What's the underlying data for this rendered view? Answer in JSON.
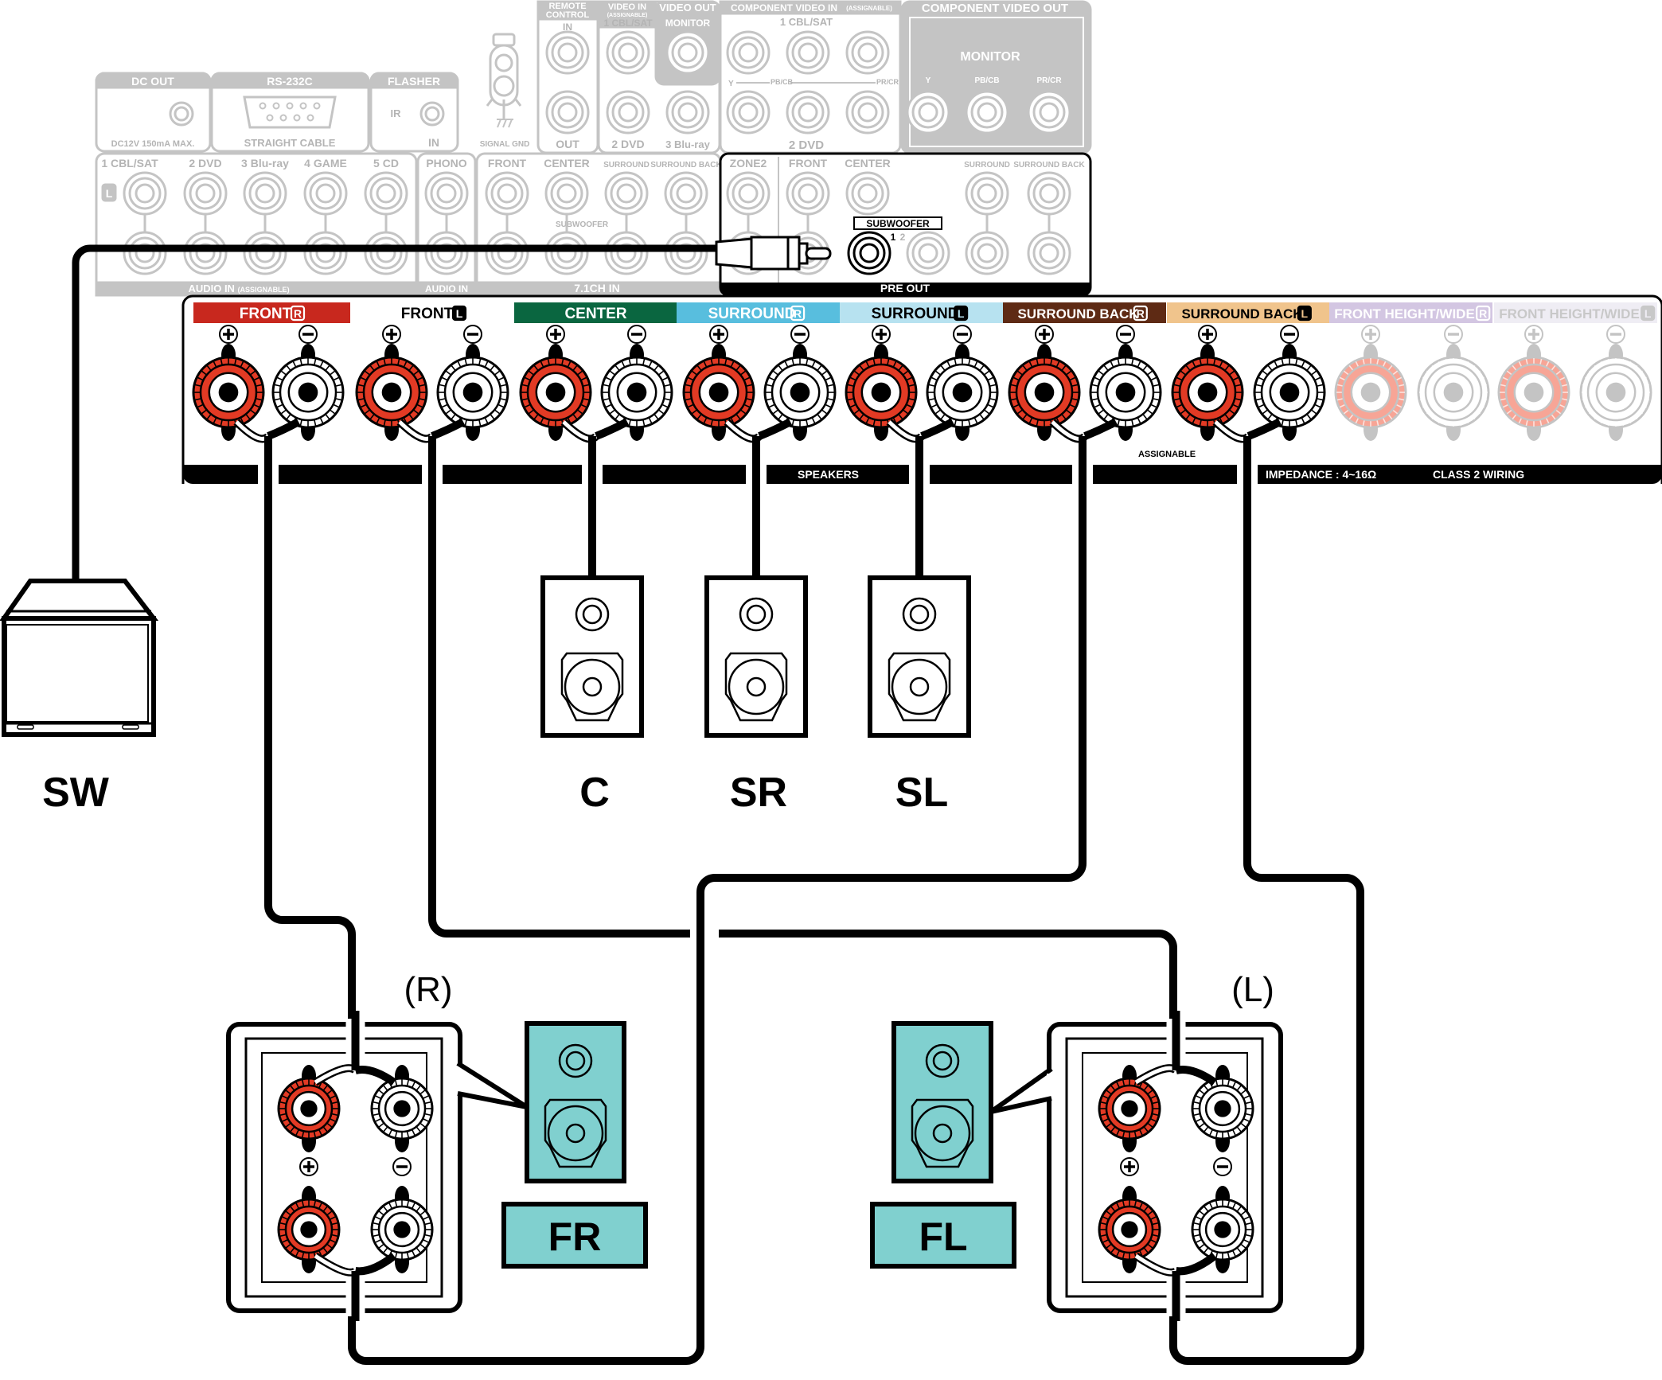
{
  "back_panel": {
    "dc_out": {
      "title": "DC OUT",
      "note": "DC12V 150mA MAX."
    },
    "rs232c": {
      "title": "RS-232C",
      "note": "STRAIGHT CABLE"
    },
    "flasher": {
      "title": "FLASHER",
      "ir": "IR",
      "in": "IN"
    },
    "signal_gnd": "SIGNAL GND",
    "remote_control": {
      "title_line1": "REMOTE",
      "title_line2": "CONTROL",
      "in": "IN",
      "out": "OUT"
    },
    "video_in": {
      "title": "VIDEO IN",
      "sub": "(ASSIGNABLE)",
      "top": "1 CBL/SAT",
      "bottom_left": "2 DVD",
      "bottom_right": "3 Blu-ray"
    },
    "video_out": {
      "title": "VIDEO OUT",
      "monitor": "MONITOR"
    },
    "component_in": {
      "title": "COMPONENT VIDEO IN",
      "sub": "(ASSIGNABLE)",
      "top": "1 CBL/SAT",
      "bottom": "2 DVD",
      "y": "Y",
      "pb": "PB/CB",
      "pr": "PR/CR"
    },
    "component_out": {
      "title": "COMPONENT VIDEO OUT",
      "monitor": "MONITOR",
      "y": "Y",
      "pb": "PB/CB",
      "pr": "PR/CR"
    },
    "audio_in": {
      "channel_badge": "L",
      "inputs": [
        "1 CBL/SAT",
        "2 DVD",
        "3 Blu-ray",
        "4 GAME",
        "5 CD"
      ],
      "footer": "AUDIO IN",
      "footer_sub": "(ASSIGNABLE)"
    },
    "phono": {
      "label": "PHONO",
      "footer": "AUDIO IN"
    },
    "ch71_in": {
      "labels": [
        "FRONT",
        "CENTER",
        "SURROUND",
        "SURROUND BACK"
      ],
      "subwoofer": "SUBWOOFER",
      "footer": "7.1CH IN"
    },
    "pre_out": {
      "labels": [
        "ZONE2",
        "FRONT",
        "CENTER",
        "SURROUND",
        "SURROUND BACK"
      ],
      "subwoofer": "SUBWOOFER",
      "sub1": "1",
      "sub2": "2",
      "footer": "PRE OUT"
    }
  },
  "speaker_panel": {
    "channels": [
      {
        "label": "FRONT",
        "side": "R",
        "color": "#c8281e",
        "text_color": "#ffffff",
        "active": true
      },
      {
        "label": "FRONT",
        "side": "L",
        "color": "#ffffff",
        "text_color": "#000000",
        "active": true
      },
      {
        "label": "CENTER",
        "side": "",
        "color": "#0a6640",
        "text_color": "#ffffff",
        "active": true
      },
      {
        "label": "SURROUND",
        "side": "R",
        "color": "#58bede",
        "text_color": "#ffffff",
        "active": true
      },
      {
        "label": "SURROUND",
        "side": "L",
        "color": "#b7e2f0",
        "text_color": "#000000",
        "active": true
      },
      {
        "label": "SURROUND BACK",
        "side": "R",
        "color": "#5e2a14",
        "text_color": "#ffffff",
        "active": true
      },
      {
        "label": "SURROUND BACK",
        "side": "L",
        "color": "#f0c48c",
        "text_color": "#000000",
        "active": true
      },
      {
        "label": "FRONT HEIGHT/WIDE",
        "side": "R",
        "color": "#d3c6e2",
        "text_color": "#ffffff",
        "active": false
      },
      {
        "label": "FRONT HEIGHT/WIDE",
        "side": "L",
        "color": "#efedf4",
        "text_color": "#c8c8c8",
        "active": false
      }
    ],
    "plus_symbol": "+",
    "minus_symbol": "−",
    "speakers_label": "SPEAKERS",
    "assignable_label": "ASSIGNABLE",
    "impedance_label": "IMPEDANCE : 4~16Ω",
    "class2_label": "CLASS 2 WIRING"
  },
  "speakers": {
    "subwoofer": "SW",
    "center": "C",
    "surround_right": "SR",
    "surround_left": "SL",
    "front_right": {
      "label": "FR",
      "side": "(R)"
    },
    "front_left": {
      "label": "FL",
      "side": "(L)"
    }
  },
  "colors": {
    "red_terminal": "#e23a24",
    "faded_red": "#f7a596",
    "teal_speaker": "#80d0cf",
    "panel_gray": "#c4c4c4"
  }
}
